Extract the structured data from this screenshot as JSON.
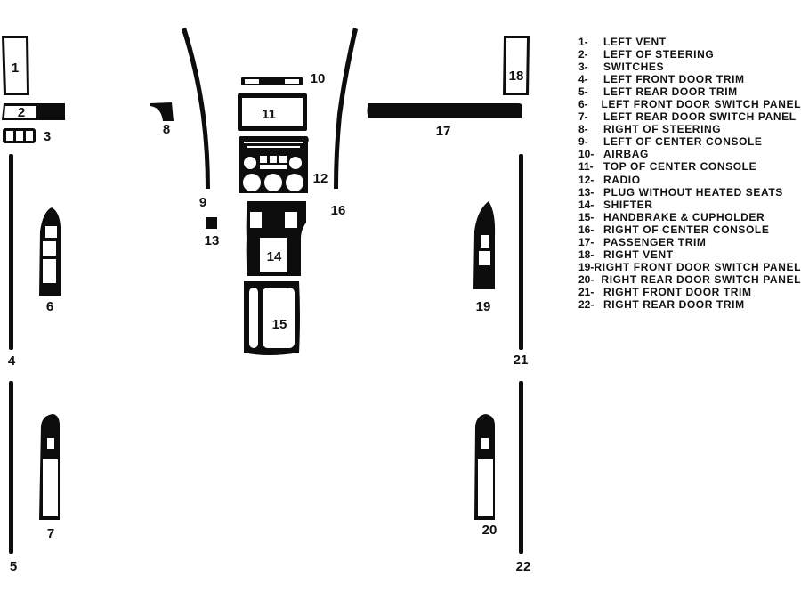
{
  "colors": {
    "ink": "#0d0d0d",
    "paper": "#ffffff"
  },
  "labels": {
    "p1": "1",
    "p2": "2",
    "p3": "3",
    "p4": "4",
    "p5": "5",
    "p6": "6",
    "p7": "7",
    "p8": "8",
    "p9": "9",
    "p10": "10",
    "p11": "11",
    "p12": "12",
    "p13": "13",
    "p14": "14",
    "p15": "15",
    "p16": "16",
    "p17": "17",
    "p18": "18",
    "p19": "19",
    "p20": "20",
    "p21": "21",
    "p22": "22"
  },
  "legend": [
    {
      "num": "1-",
      "text": "LEFT VENT"
    },
    {
      "num": "2-",
      "text": "LEFT OF STEERING"
    },
    {
      "num": "3-",
      "text": "SWITCHES"
    },
    {
      "num": "4-",
      "text": "LEFT FRONT DOOR TRIM"
    },
    {
      "num": "5-",
      "text": "LEFT REAR DOOR TRIM"
    },
    {
      "num": "6-",
      "text": "LEFT FRONT DOOR SWITCH PANEL"
    },
    {
      "num": "7-",
      "text": "LEFT REAR DOOR SWITCH PANEL"
    },
    {
      "num": "8-",
      "text": "RIGHT OF STEERING"
    },
    {
      "num": "9-",
      "text": "LEFT OF CENTER CONSOLE"
    },
    {
      "num": "10-",
      "text": "AIRBAG"
    },
    {
      "num": "11-",
      "text": "TOP OF CENTER CONSOLE"
    },
    {
      "num": "12-",
      "text": "RADIO"
    },
    {
      "num": "13-",
      "text": "PLUG WITHOUT HEATED SEATS"
    },
    {
      "num": "14-",
      "text": "SHIFTER"
    },
    {
      "num": "15-",
      "text": "HANDBRAKE & CUPHOLDER"
    },
    {
      "num": "16-",
      "text": "RIGHT OF CENTER CONSOLE"
    },
    {
      "num": "17-",
      "text": "PASSENGER TRIM"
    },
    {
      "num": "18-",
      "text": "RIGHT VENT"
    },
    {
      "num": "19-",
      "text": "RIGHT FRONT DOOR SWITCH PANEL"
    },
    {
      "num": "20-",
      "text": "RIGHT REAR DOOR SWITCH PANEL"
    },
    {
      "num": "21-",
      "text": "RIGHT FRONT DOOR TRIM"
    },
    {
      "num": "22-",
      "text": "RIGHT REAR DOOR TRIM"
    }
  ]
}
